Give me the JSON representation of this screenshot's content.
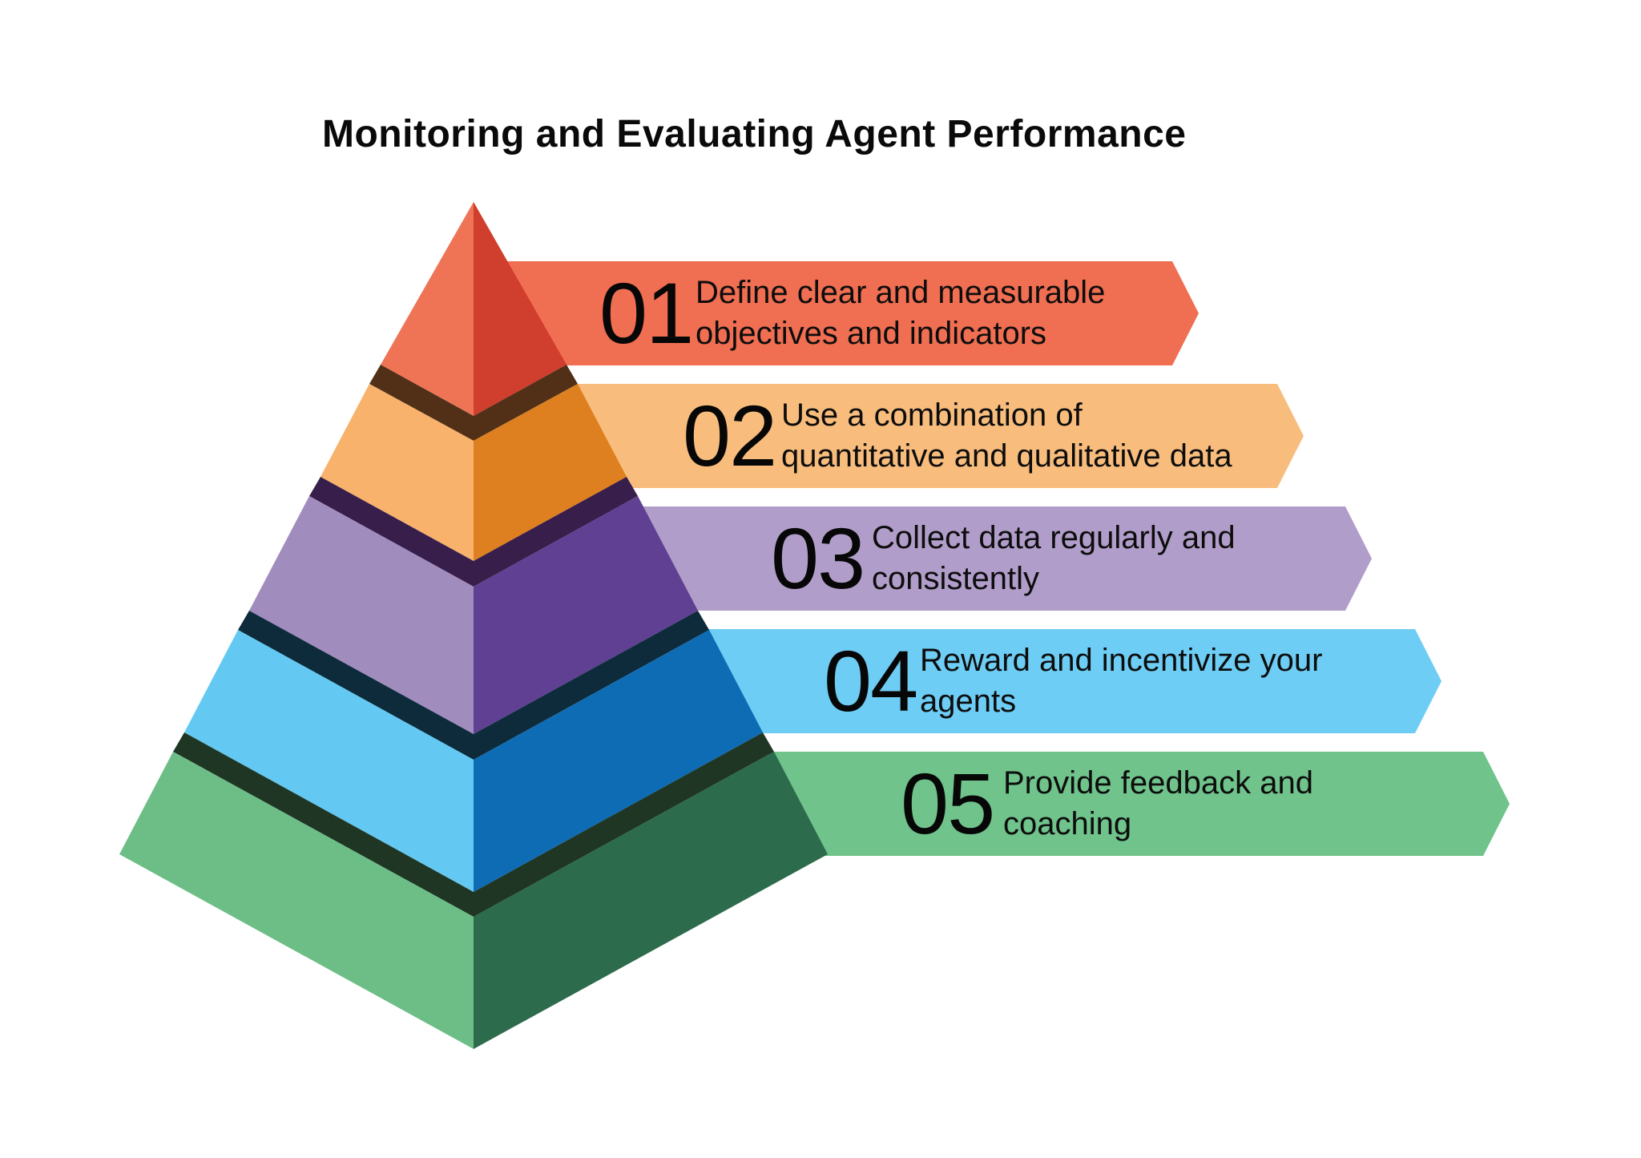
{
  "title": "Monitoring and Evaluating Agent Performance",
  "background": "#FFFFFF",
  "text_color": "#0A0A0A",
  "banners": [
    {
      "number": "01",
      "line1": "Define clear and measurable",
      "line2": "objectives and indicators",
      "color": "#F06E51"
    },
    {
      "number": "02",
      "line1": "Use a combination of",
      "line2": "quantitative and qualitative data",
      "color": "#F8BD7D"
    },
    {
      "number": "03",
      "line1": "Collect data regularly and",
      "line2": "consistently",
      "color": "#B19DC9"
    },
    {
      "number": "04",
      "line1": "Reward and incentivize your",
      "line2": "agents",
      "color": "#6DCDF4"
    },
    {
      "number": "05",
      "line1": "Provide feedback and",
      "line2": "coaching",
      "color": "#6FC38B"
    }
  ],
  "pyramid": {
    "levels": [
      "01",
      "02",
      "03",
      "04",
      "05"
    ],
    "tiers": [
      {
        "name": "tier-1",
        "left": "#EF7456",
        "right": "#D03E2D"
      },
      {
        "name": "tier-2",
        "left": "#F8B26B",
        "right": "#DE801F"
      },
      {
        "name": "tier-3",
        "left": "#A18CBE",
        "right": "#604093"
      },
      {
        "name": "tier-4",
        "left": "#63C9F2",
        "right": "#0E6CB5"
      },
      {
        "name": "tier-5",
        "left": "#6CBE86",
        "right": "#2D6B4D"
      }
    ],
    "bands": [
      {
        "name": "band-1",
        "color": "#523018"
      },
      {
        "name": "band-2",
        "color": "#381E4B"
      },
      {
        "name": "band-3",
        "color": "#0D2B3B"
      },
      {
        "name": "band-4",
        "color": "#1F3625"
      }
    ]
  }
}
